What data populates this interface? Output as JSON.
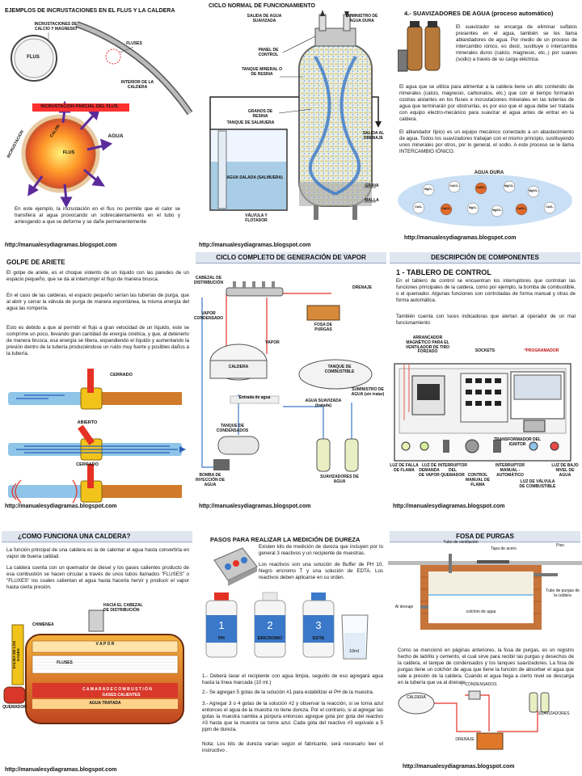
{
  "url": "http://manualesydiagramas.blogspot.com",
  "p1": {
    "title": "EJEMPLOS DE INCRUSTACIONES EN EL FLUS Y LA CALDERA",
    "incrustaciones": "INCRUSTACIONES DE CALCIO Y MAGNESIO",
    "flus": "FLUS",
    "fluses": "FLUSES",
    "interior": "INTERIOR DE LA CALDERA",
    "parcial": "INCRUSTACION PARCIAL DEL FLUS",
    "agua": "AGUA",
    "incrustacion": "INCRUSTACION",
    "calor": "CALOR",
    "body": "En este ejemplo, la incrustación en el flus no permite que el calor se transfiera al agua provocando un sobrecalentamiento en el tubo y arriesgando a que se deforme y se dañe permanentemente"
  },
  "p2": {
    "title": "CICLO NORMAL DE FUNCIONAMIENTO",
    "salida_suave": "SALIDA DE AGUA SUAVIZADA",
    "suministro": "SUMINISTRO DE AGUA DURA",
    "panel": "PANEL DE CONTROL",
    "tanque_mineral": "TANQUE MINERAL O DE RESINA",
    "granos": "GRANOS DE RESINA",
    "salmuera": "TANQUE DE SALMUERA",
    "agua_salada": "AGUA SALADA (SALMUERA)",
    "salida_drenaje": "SALIDA AL DRENAJE",
    "grava": "GRAVA",
    "malla": "MALLA",
    "valvula": "VÁLVULA Y FLOTADOR"
  },
  "p3": {
    "title": "4.- SUAVIZADORES DE AGUA  (proceso automático)",
    "para1": "El suavizador se encarga de eliminar sulfatos presentes en el agua, también se les llama ablandadores de agua.  Por medio de un proceso de intercambio iónico, es decir, sustituye o intercambia minerales duros (calcio, magnesio, etc..) por suaves (sodio) a través de su carga eléctrica.",
    "para2": "El agua que se utiliza para alimentar a la caldera tiene un alto contenido de minerales (calcio, magnesio, carbonatos, etc.) que con el tiempo formarán costras aislantes en los fluses e incrustaciones minerales en las tuberías de agua que terminarán por obstruirlas, es por eso que el agua debe ser tratada con equipo electro-mecánico para suavizar el agua antes de entrar en la caldera.",
    "para3": "El ablandador típico es un equipo mecánico conectado a un abastecimiento de agua.    Todos los suavizadores trabajan con el mismo principio, sustituyendo unos minerales por otros, por lo general, el sodio. A este proceso se le llama INTERCAMBIO IÓNICO.",
    "agua_dura": "AGUA DURA",
    "ions": [
      "MgCl₂",
      "CaCO₃",
      "CaSO₄",
      "MgCO₃",
      "MgSO₄",
      "CaCl₂",
      "CaCO₃",
      "MgCl₂",
      "MgSO₄",
      "CaSO₄",
      "CaCl₂"
    ]
  },
  "p4": {
    "title": "GOLPE DE ARIETE",
    "para1": "El golpe de ariete, es el choque violento de un líquido con las paredes de un espacio pequeño, que se da al interrumpir el flujo de manera brusca.",
    "para2": "En el caso de las calderas,  el espacio pequeño serían las tuberías de purga, que al abrir y cerrar la válvula de purga de manera espontánea, la misma energía del agua las rompería.",
    "para3": "Esto es debido a que al permitir el flujo a gran velocidad de un líquido, este se comprime un poco, llevando gran cantidad de energía cinética, y que, al detenerlo de manera brusca, esa energía se libera, expandiendo el líquido y aumentando la presión dentro de la tubería produciéndose un ruido muy fuerte  y posibles daños a la tubería.",
    "cerrado1": "CERRADO",
    "abierto": "ABIERTO",
    "cerrado2": "CERRADO"
  },
  "p5": {
    "title": "CICLO COMPLETO DE GENERACIÓN DE VAPOR",
    "cabezal": "CABEZAL DE DISTRIBUCIÓN",
    "drenaje": "DRENAJE",
    "vapor_cond": "VAPOR CONDENSADO",
    "fosa": "FOSA DE PURGAS",
    "vapor": "VAPOR",
    "caldera": "CALDERA",
    "tanque_comb": "TANQUE DE COMBUSTIBLE",
    "entrada": "Entrada de agua",
    "tanque_cond": "TANQUE DE CONDENSADOS",
    "agua_suav": "AGUA SUAVIZADA (tratada)",
    "suministro": "SUMINISTRO DE AGUA (sin tratar)",
    "bomba": "BOMBA DE INYECCIÓN DE AGUA",
    "suavizadores": "SUAVIZADORES DE AGUA"
  },
  "p6": {
    "title": "DESCRIPCIÓN DE COMPONENTES",
    "sub": "1  -  TABLERO DE CONTROL",
    "para1": "En el tablero de control se encuentran los interruptores que controlan las funciones principales de la caldera, como por ejemplo, la bomba de combustible,  o el quemador.  Algunas funciones son controladas de forma manual y otras de forma automática.",
    "para2": "También cuenta con luces indicadoras que alertan al operador de un mal funcionamiento",
    "arrancador": "ARRANCADOR MAGNÉTICO PARA EL VENTILADOR DE TIRO FORZADO",
    "sockets": "SOCKETS",
    "programador": "*PROGRAMADOR",
    "transformador": "TRANSFORMADOR DEL IGNITOR",
    "luz_falla": "LUZ DE FALLA DE FLAMA",
    "luz_demanda": "LUZ DE DEMANDA DE VAPOR",
    "interruptor_q": "INTERRUPTOR DEL QUEMADOR",
    "control_manual": "CONTROL MANUAL DE FLAMA",
    "interruptor_ma": "INTERRUPTOR MANUAL - AUTOMÁTICO",
    "luz_valvula": "LUZ DE VÁLVULA DE COMBUSTIBLE",
    "luz_bajo": "LUZ DE BAJO NIVEL DE AGUA"
  },
  "p7": {
    "title": "¿COMO FUNCIONA UNA CALDERA?",
    "para1": "La función principal de una caldera es la de calentar el agua hasta convertirla en vapor de buena calidad.",
    "para2": "La caldera cuenta con un quemador de diesel y los gases calientes producto de esa combustión se hacen circular a través de unos tubos llamados \"FLUSES\" o \"FLUXES\"  los cuales calientan el agua hasta hacerla hervir y producir el vapor hasta cierta presión.",
    "chimenea": "CHIMENEA",
    "hacia": "HACIA EL CABEZAL DE DISTRIBUCIÓN",
    "salida_gases": "SALIDA DE LOS GASES",
    "vapor": "V A P O R",
    "fluses": "FLUSES",
    "camara": "C A M A R A   D E   C O M B U S T I Ó N",
    "gases": "GASES CALIENTES",
    "agua": "AGUA TRATADA",
    "quemador": "QUEMADOR"
  },
  "p8": {
    "title": "PASOS PARA REALIZAR LA MEDICIÓN DE DUREZA",
    "intro1": "Existen kits de medición de dureza que incluyen por lo general 3 reactivos y un recipiente de muestras.",
    "intro2": "Los reactivos son una solución de Buffer de PH 10, Negro ericromo T y una solución de EDTA.  Los reactivos deben aplicarse en su orden.",
    "bottles": [
      {
        "num": "1",
        "label": "PH"
      },
      {
        "num": "2",
        "label": "ERICROMO"
      },
      {
        "num": "3",
        "label": "EDTA"
      }
    ],
    "beaker": "10ml",
    "step1": "1.- Deberá lavar el recipiente con agua limpia, seguido de eso agregará agua hasta la línea marcada (10 ml.)",
    "step2": "2.- Se agregan 5 gotas de la solución #1 para estabilizar el PH de la muestra.",
    "step3": "3.- Agregar 3 o 4 gotas de la solución #2 y observar la reacción, si se torna azul entonces el agua de la muestra no tiene dureza.  Por el contrario, si al agregar las gotas la muestra cambia a púrpura entonces agregue gota por gota del reactivo #3 hasta que la muestra se torne azul.   Cada gota del reactivo #3 equivale a 5 ppm de dureza.",
    "nota": "Nota:  Los kits de dureza varían según el fabricante, será necesario leer el instructivo ."
  },
  "p9": {
    "title": "FOSA DE PURGAS",
    "tubo_vent": "Tubo de ventilación",
    "tapa": "Tapa de acero",
    "piso": "Piso",
    "al_drenaje": "Al drenaje",
    "colchon": "colchón de agua",
    "tubo_purgas": "Tubo de purgas de la caldera",
    "para": "Como se mencionó en páginas anteriores, la fosa de purgas, es un registro hecho de ladrillo y cemento, el cual sirve para recibir las purgas y desechos de la caldera,  el tanque de condensados y los tanques suavizadores.  La fosa de purgas tiene un colchón de agua que tiene la función de absorber el agua que sale a presión de la caldera.     Cuando el agua llega a cierto nivel se descarga en la tubería que va al drenaje.",
    "condensados": "CONDENSADOS",
    "caldera": "CALDERA",
    "suavizadores": "SUAVIZADORES",
    "drenaje": "DRENAJE"
  }
}
